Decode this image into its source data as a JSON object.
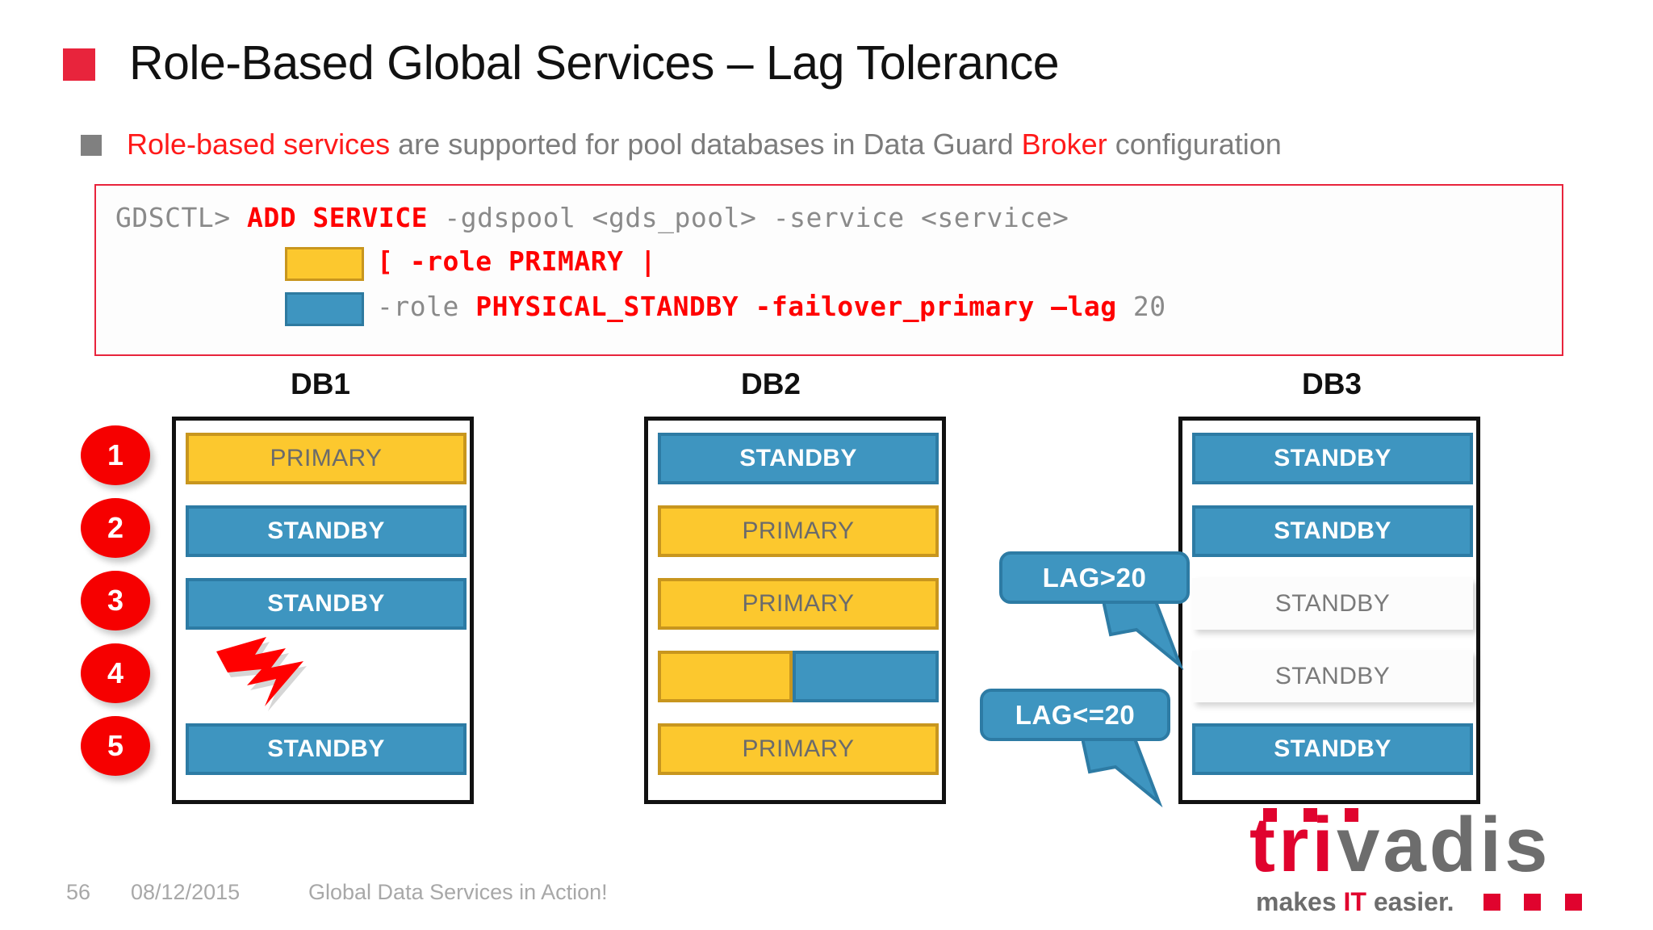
{
  "slide": {
    "title": "Role-Based Global Services – Lag Tolerance",
    "title_bullet_color": "#E8243C",
    "bullet": {
      "lead_red": "Role-based services",
      "mid_gray": " are supported for pool databases in Data Guard ",
      "tail_red": "Broker",
      "tail_gray": " configuration"
    }
  },
  "code_block": {
    "border_color": "#E8243C",
    "line1": {
      "prompt": "GDSCTL> ",
      "command": "ADD SERVICE",
      "args": " -gdspool <gds_pool> -service <service>"
    },
    "line2": {
      "swatch_color": "#FCC82E",
      "text": "[ -role PRIMARY |"
    },
    "line3": {
      "swatch_color": "#3E95C0",
      "prefix_gray": "-role ",
      "text_red": "PHYSICAL_STANDBY -failover_primary –lag",
      "suffix_gray": " 20"
    }
  },
  "steps": [
    "1",
    "2",
    "3",
    "4",
    "5"
  ],
  "databases": [
    {
      "header": "DB1",
      "slots": [
        {
          "type": "primary",
          "label": "PRIMARY"
        },
        {
          "type": "standby",
          "label": "STANDBY"
        },
        {
          "type": "standby",
          "label": "STANDBY"
        },
        {
          "type": "empty",
          "label": ""
        },
        {
          "type": "standby",
          "label": "STANDBY"
        }
      ]
    },
    {
      "header": "DB2",
      "slots": [
        {
          "type": "standby",
          "label": "STANDBY"
        },
        {
          "type": "primary",
          "label": "PRIMARY"
        },
        {
          "type": "primary",
          "label": "PRIMARY"
        },
        {
          "type": "split",
          "label": ""
        },
        {
          "type": "primary",
          "label": "PRIMARY"
        }
      ]
    },
    {
      "header": "DB3",
      "slots": [
        {
          "type": "standby",
          "label": "STANDBY"
        },
        {
          "type": "standby",
          "label": "STANDBY"
        },
        {
          "type": "ghost",
          "label": "STANDBY"
        },
        {
          "type": "ghost",
          "label": "STANDBY"
        },
        {
          "type": "standby",
          "label": "STANDBY"
        }
      ]
    }
  ],
  "callouts": {
    "lag_gt": "LAG>20",
    "lag_le": "LAG<=20"
  },
  "footer": {
    "page": "56",
    "date": "08/12/2015",
    "subject": "Global Data Services in Action!"
  },
  "logo": {
    "word_red": "tri",
    "word_gray": "vadis",
    "tagline_pre": "makes ",
    "tagline_it": "IT",
    "tagline_post": " easier.",
    "brand_red": "#E0032E",
    "brand_gray": "#6D6D6D"
  },
  "colors": {
    "primary_fill": "#FCC82E",
    "primary_border": "#C8961E",
    "standby_fill": "#3E95C0",
    "standby_border": "#2D7BA4",
    "step_circle": "#F60000",
    "lightning": "#FF0000"
  }
}
